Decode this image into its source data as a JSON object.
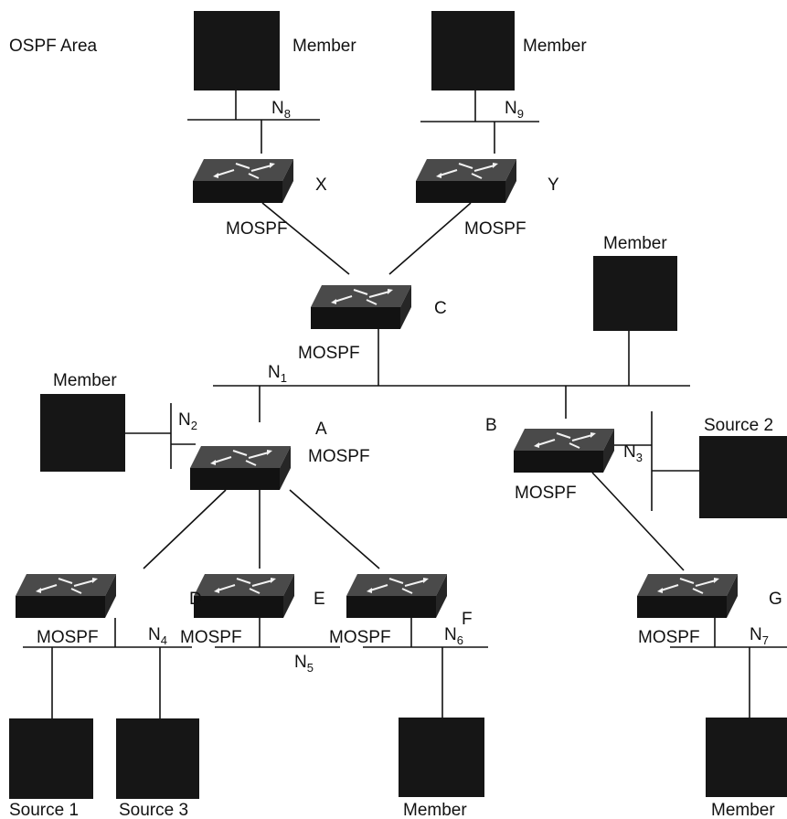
{
  "area_label": "OSPF Area",
  "protocol_label": "MOSPF",
  "routers": [
    {
      "id": "X",
      "label": "X",
      "protocol": "MOSPF"
    },
    {
      "id": "Y",
      "label": "Y",
      "protocol": "MOSPF"
    },
    {
      "id": "C",
      "label": "C",
      "protocol": "MOSPF"
    },
    {
      "id": "A",
      "label": "A",
      "protocol": "MOSPF"
    },
    {
      "id": "B",
      "label": "B",
      "protocol": "MOSPF"
    },
    {
      "id": "D",
      "label": "D",
      "protocol": "MOSPF"
    },
    {
      "id": "E",
      "label": "E",
      "protocol": "MOSPF"
    },
    {
      "id": "F",
      "label": "F",
      "protocol": "MOSPF"
    },
    {
      "id": "G",
      "label": "G",
      "protocol": "MOSPF"
    }
  ],
  "networks": [
    {
      "id": "N1",
      "base": "N",
      "sub": "1"
    },
    {
      "id": "N2",
      "base": "N",
      "sub": "2"
    },
    {
      "id": "N3",
      "base": "N",
      "sub": "3"
    },
    {
      "id": "N4",
      "base": "N",
      "sub": "4"
    },
    {
      "id": "N5",
      "base": "N",
      "sub": "5"
    },
    {
      "id": "N6",
      "base": "N",
      "sub": "6"
    },
    {
      "id": "N7",
      "base": "N",
      "sub": "7"
    },
    {
      "id": "N8",
      "base": "N",
      "sub": "8"
    },
    {
      "id": "N9",
      "base": "N",
      "sub": "9"
    }
  ],
  "hosts": [
    {
      "id": "member-n8",
      "label": "Member",
      "network": "N8"
    },
    {
      "id": "member-n9",
      "label": "Member",
      "network": "N9"
    },
    {
      "id": "member-n1",
      "label": "Member",
      "network": "N1"
    },
    {
      "id": "member-n2",
      "label": "Member",
      "network": "N2"
    },
    {
      "id": "source-2",
      "label": "Source 2",
      "network": "N3"
    },
    {
      "id": "source-1",
      "label": "Source 1",
      "network": "N4"
    },
    {
      "id": "source-3",
      "label": "Source 3",
      "network": "N4"
    },
    {
      "id": "member-n6",
      "label": "Member",
      "network": "N6"
    },
    {
      "id": "member-n7",
      "label": "Member",
      "network": "N7"
    }
  ]
}
